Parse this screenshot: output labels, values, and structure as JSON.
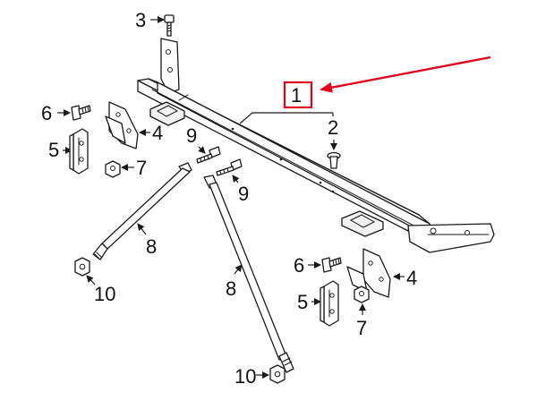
{
  "diagram": {
    "callouts": {
      "c1": "1",
      "c2": "2",
      "c3": "3",
      "c4a": "4",
      "c4b": "4",
      "c5a": "5",
      "c5b": "5",
      "c6a": "6",
      "c6b": "6",
      "c7a": "7",
      "c7b": "7",
      "c8a": "8",
      "c8b": "8",
      "c9a": "9",
      "c9b": "9",
      "c10a": "10",
      "c10b": "10"
    },
    "highlight_color": "#e0001b",
    "line_color": "#1a1a1a"
  }
}
